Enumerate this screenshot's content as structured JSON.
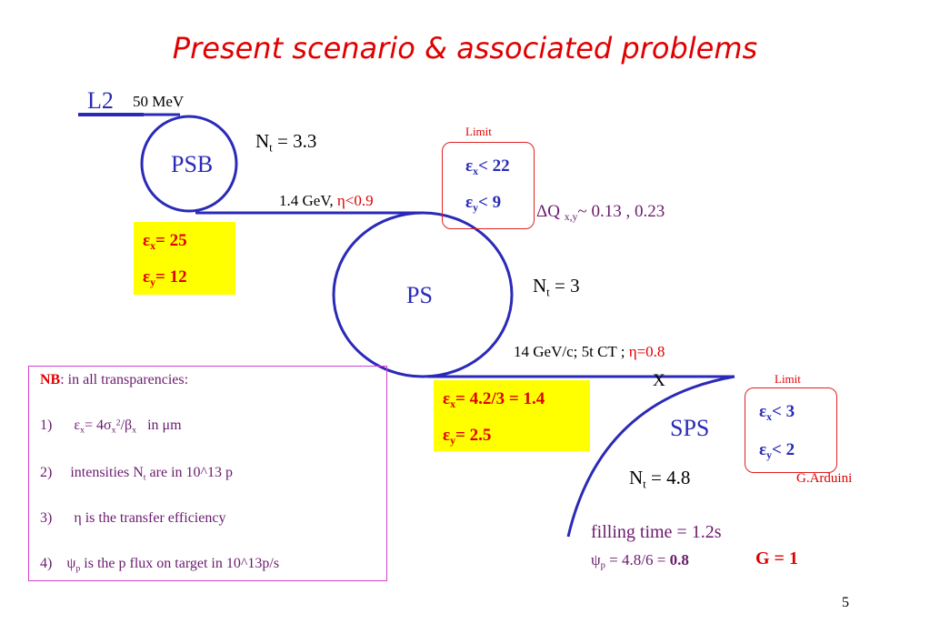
{
  "title": "Present scenario & associated problems",
  "page_number": "5",
  "linac": {
    "name": "L2",
    "energy": "50 MeV"
  },
  "psb": {
    "name": "PSB",
    "nt_label": "N",
    "nt_sub": "t",
    "nt_value": " = 3.3",
    "extraction_energy": "1.4 GeV, ",
    "eta_symbol": "η",
    "eta_value": "<0.9",
    "eps_x_sym": "ε",
    "eps_x_sub": "x",
    "eps_x_val": "= 25",
    "eps_y_sym": "ε",
    "eps_y_sub": "y",
    "eps_y_val": "= 12"
  },
  "ps_limit": {
    "label": "Limit",
    "ex_sym": "ε",
    "ex_sub": "x",
    "ex_val": "< 22",
    "ey_sym": "ε",
    "ey_sub": "y",
    "ey_val": "< 9"
  },
  "tune_shift": {
    "prefix": "ΔQ ",
    "sub": "x,y",
    "value": "~ 0.13 , 0.23"
  },
  "ps": {
    "name": "PS",
    "nt_label": "N",
    "nt_sub": "t",
    "nt_value": " = 3",
    "extraction": "14 GeV/c; 5t CT ; ",
    "eta_symbol": "η",
    "eta_value": "=0.8",
    "eps_x_sym": "ε",
    "eps_x_sub": "x",
    "eps_x_val": "= 4.2/3 = 1.4",
    "eps_y_sym": "ε",
    "eps_y_sub": "y",
    "eps_y_val": "= 2.5"
  },
  "transfer_marker": "X",
  "sps": {
    "name": "SPS",
    "nt_label": "N",
    "nt_sub": "t",
    "nt_value": " = 4.8",
    "filling_time": "filling time = 1.2s",
    "psi_sym": "ψ",
    "psi_sub": "p",
    "psi_expr": " = 4.8/6 = ",
    "psi_val": "0.8",
    "g_value": "G = 1"
  },
  "sps_limit": {
    "label": "Limit",
    "ex_sym": "ε",
    "ex_sub": "x",
    "ex_val": "< 3",
    "ey_sym": "ε",
    "ey_sub": "y",
    "ey_val": "< 2",
    "credit": "G.Arduini"
  },
  "notes": {
    "heading": "NB",
    "heading_rest": ": in all transparencies:",
    "item1_num": "1)",
    "item1_eps": "ε",
    "item1_x": "x",
    "item1_eq": "= 4σ",
    "item1_x2": "x",
    "item1_sq": "2",
    "item1_slash": "/β",
    "item1_x3": "x",
    "item1_unit": "in μm",
    "item2_num": "2)",
    "item2_a": "intensities N",
    "item2_sub": "t",
    "item2_b": " are in 10^13 p",
    "item3_num": "3)",
    "item3_eta": "η",
    "item3_text": " is the transfer efficiency",
    "item4_num": "4)",
    "item4_psi": "ψ",
    "item4_sub": "p",
    "item4_text": " is the p flux on target in 10^13p/s"
  },
  "colors": {
    "title": "#e00000",
    "ring": "#2a2ab8",
    "highlight": "#ffff00",
    "text_purple": "#6a1a6e",
    "limit_border": "#e02020"
  }
}
